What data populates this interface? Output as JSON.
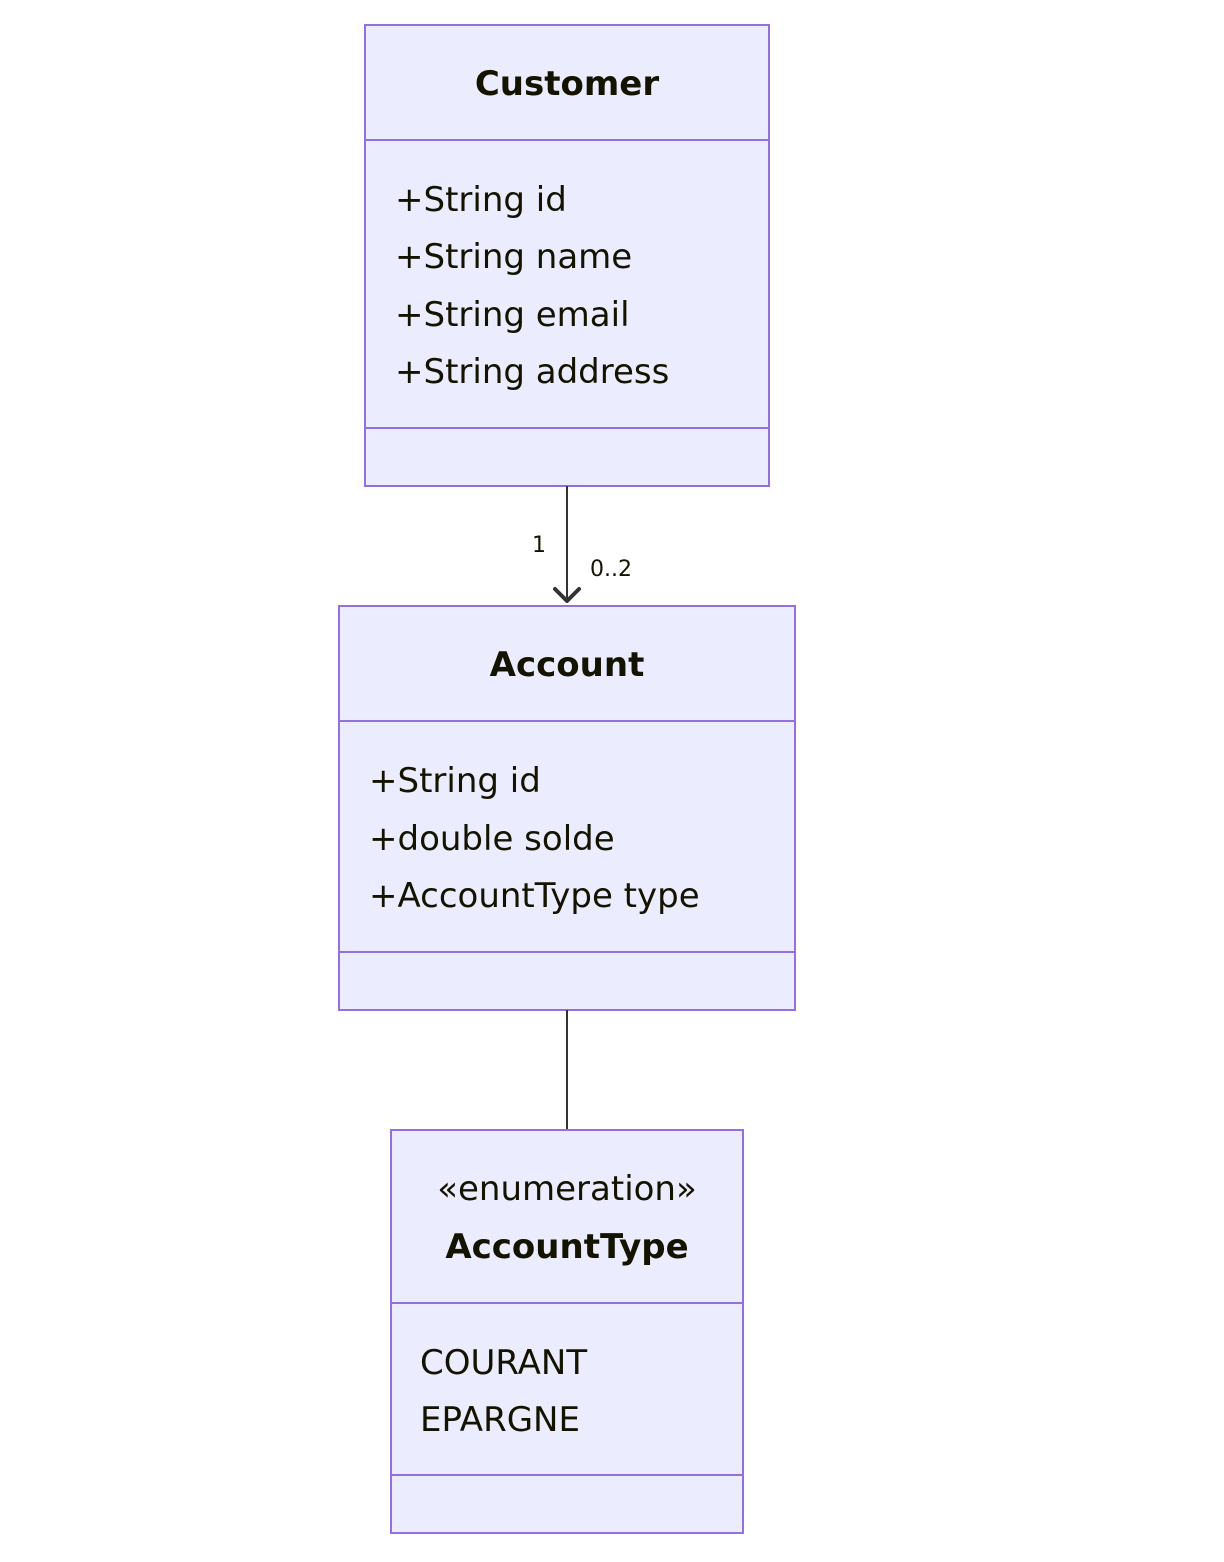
{
  "diagram": {
    "type": "class-diagram",
    "classes": {
      "customer": {
        "name": "Customer",
        "attributes": [
          "+String id",
          "+String name",
          "+String email",
          "+String address"
        ]
      },
      "account": {
        "name": "Account",
        "attributes": [
          "+String id",
          "+double solde",
          "+AccountType type"
        ]
      },
      "account_type": {
        "stereotype": "«enumeration»",
        "name": "AccountType",
        "values": [
          "COURANT",
          "EPARGNE"
        ]
      }
    },
    "relations": [
      {
        "from": "Customer",
        "to": "Account",
        "kind": "association",
        "from_multiplicity": "1",
        "to_multiplicity": "0..2"
      },
      {
        "from": "Account",
        "to": "AccountType",
        "kind": "link"
      }
    ],
    "colors": {
      "box_fill": "#ECECFF",
      "box_stroke": "#9370DB",
      "edge": "#333333",
      "text": "#131300"
    }
  }
}
